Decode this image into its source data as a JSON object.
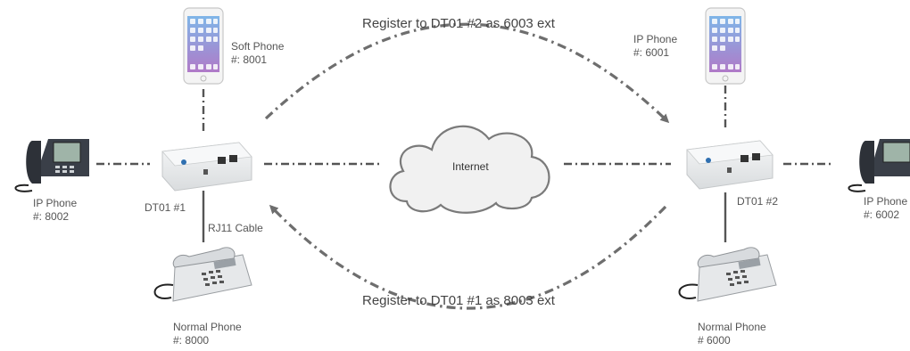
{
  "arcs": {
    "top_label": "Register to DT01 #2 as 6003 ext",
    "bottom_label": "Register to DT01 #1 as 8003 ext"
  },
  "cloud": {
    "label": "Internet"
  },
  "left_site": {
    "soft_phone": {
      "line1": "Soft Phone",
      "line2": "#: 8001"
    },
    "ip_phone": {
      "line1": "IP Phone",
      "line2": "#: 8002"
    },
    "gateway": {
      "label": "DT01 #1"
    },
    "cable": {
      "label": "RJ11 Cable"
    },
    "normal_phone": {
      "line1": "Normal Phone",
      "line2": "#: 8000"
    }
  },
  "right_site": {
    "ip_phone_top": {
      "line1": "IP Phone",
      "line2": "#: 6001"
    },
    "ip_phone": {
      "line1": "IP Phone",
      "line2": "#: 6002"
    },
    "gateway": {
      "label": "DT01 #2"
    },
    "normal_phone": {
      "line1": "Normal Phone",
      "line2": "# 6000"
    }
  },
  "colors": {
    "line": "#555555",
    "arc": "#6e6e6e",
    "cloud_fill": "#f1f1f1",
    "device_body": "#e9ebec"
  }
}
